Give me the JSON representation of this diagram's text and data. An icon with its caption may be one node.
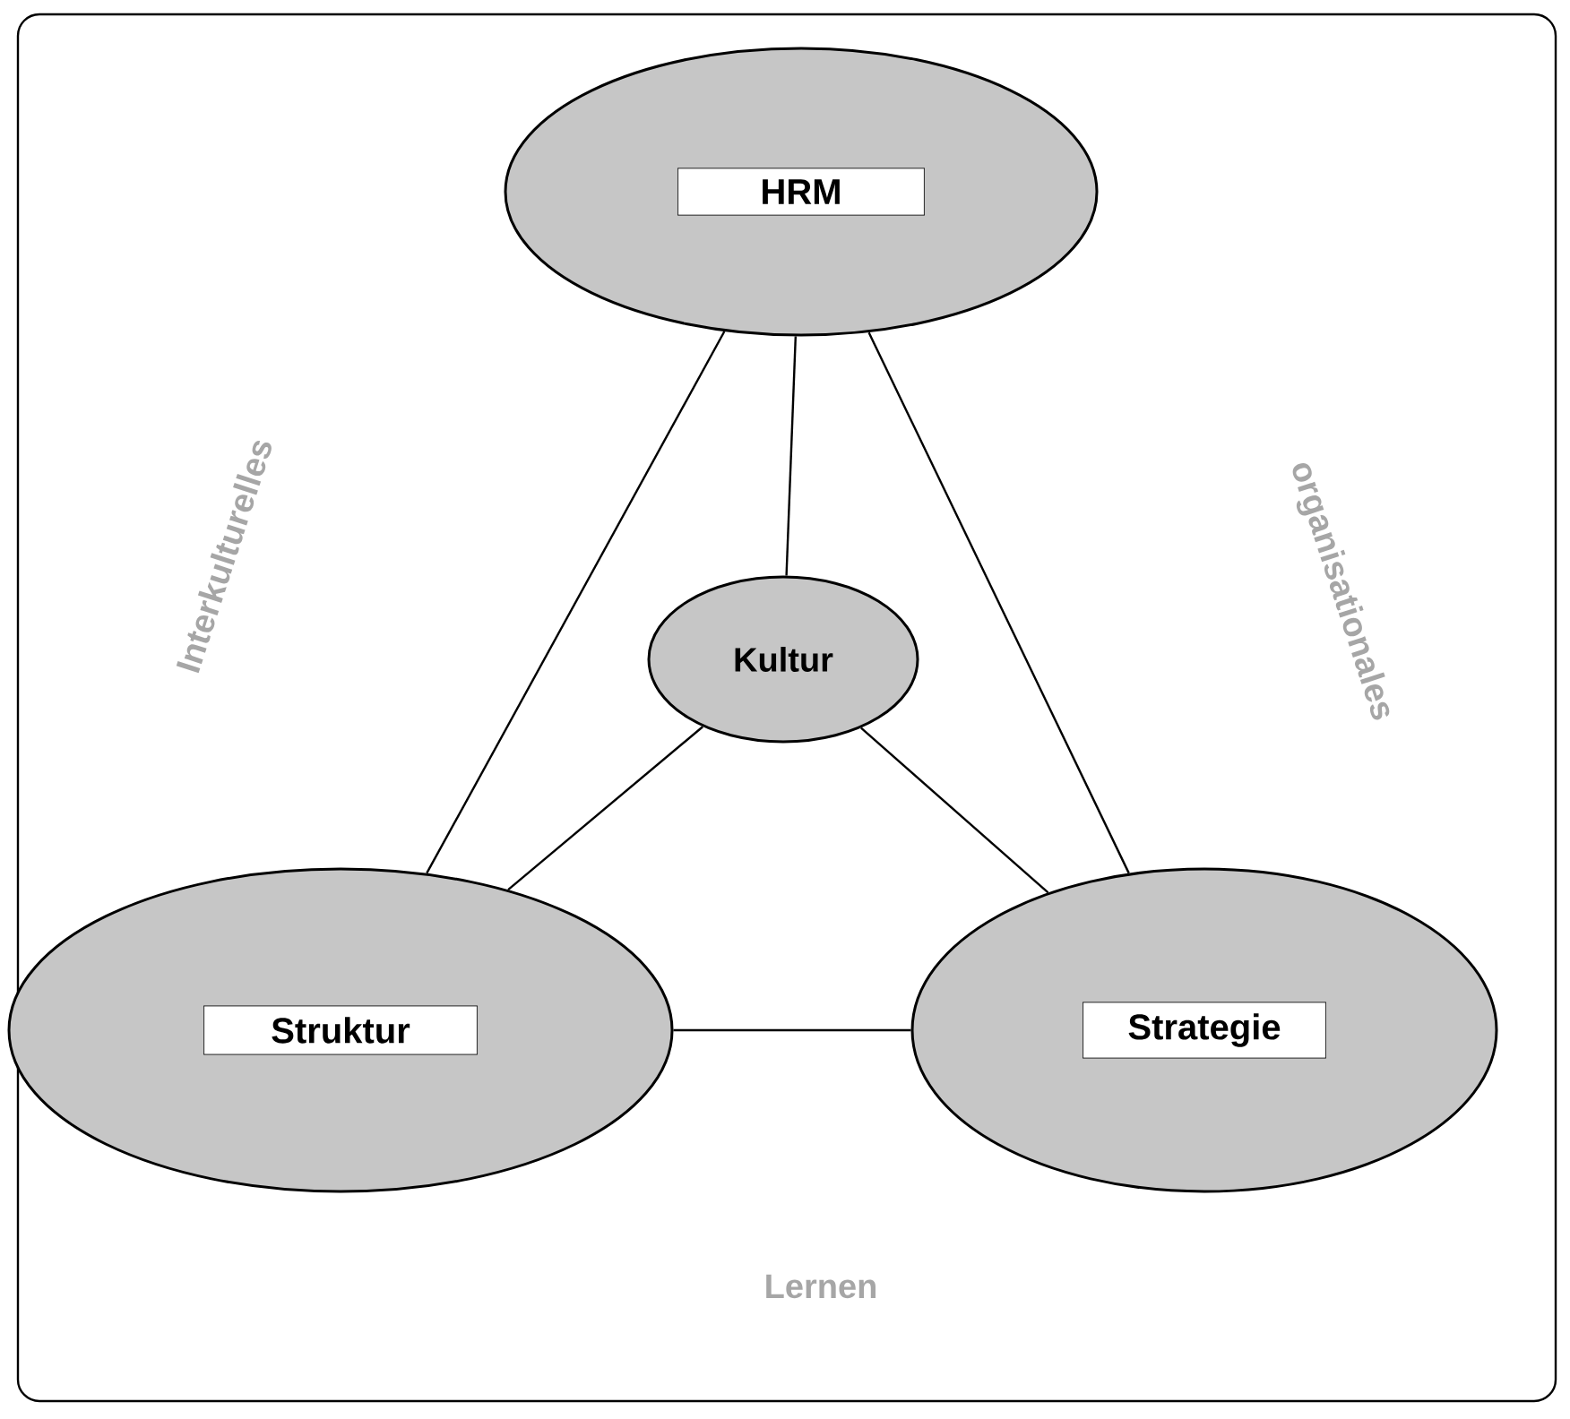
{
  "diagram": {
    "nodes": [
      {
        "text": [
          "HRM"
        ]
      },
      {
        "text": [
          "Kultur"
        ]
      },
      {
        "text": [
          "Struktur"
        ]
      },
      {
        "text": [
          "Strategie"
        ]
      }
    ],
    "edges": [
      {
        "from": 0,
        "to": 1,
        "arrow": "none"
      },
      {
        "from": 0,
        "to": 2,
        "arrow": "none"
      },
      {
        "from": 0,
        "to": 3,
        "arrow": "none"
      },
      {
        "from": 1,
        "to": 2,
        "arrow": "none"
      },
      {
        "from": 1,
        "to": 3,
        "arrow": "none"
      },
      {
        "from": 2,
        "to": 3,
        "arrow": "none"
      }
    ],
    "labels": [
      "Interkulturelles",
      "organisationales",
      "Lernen"
    ]
  }
}
